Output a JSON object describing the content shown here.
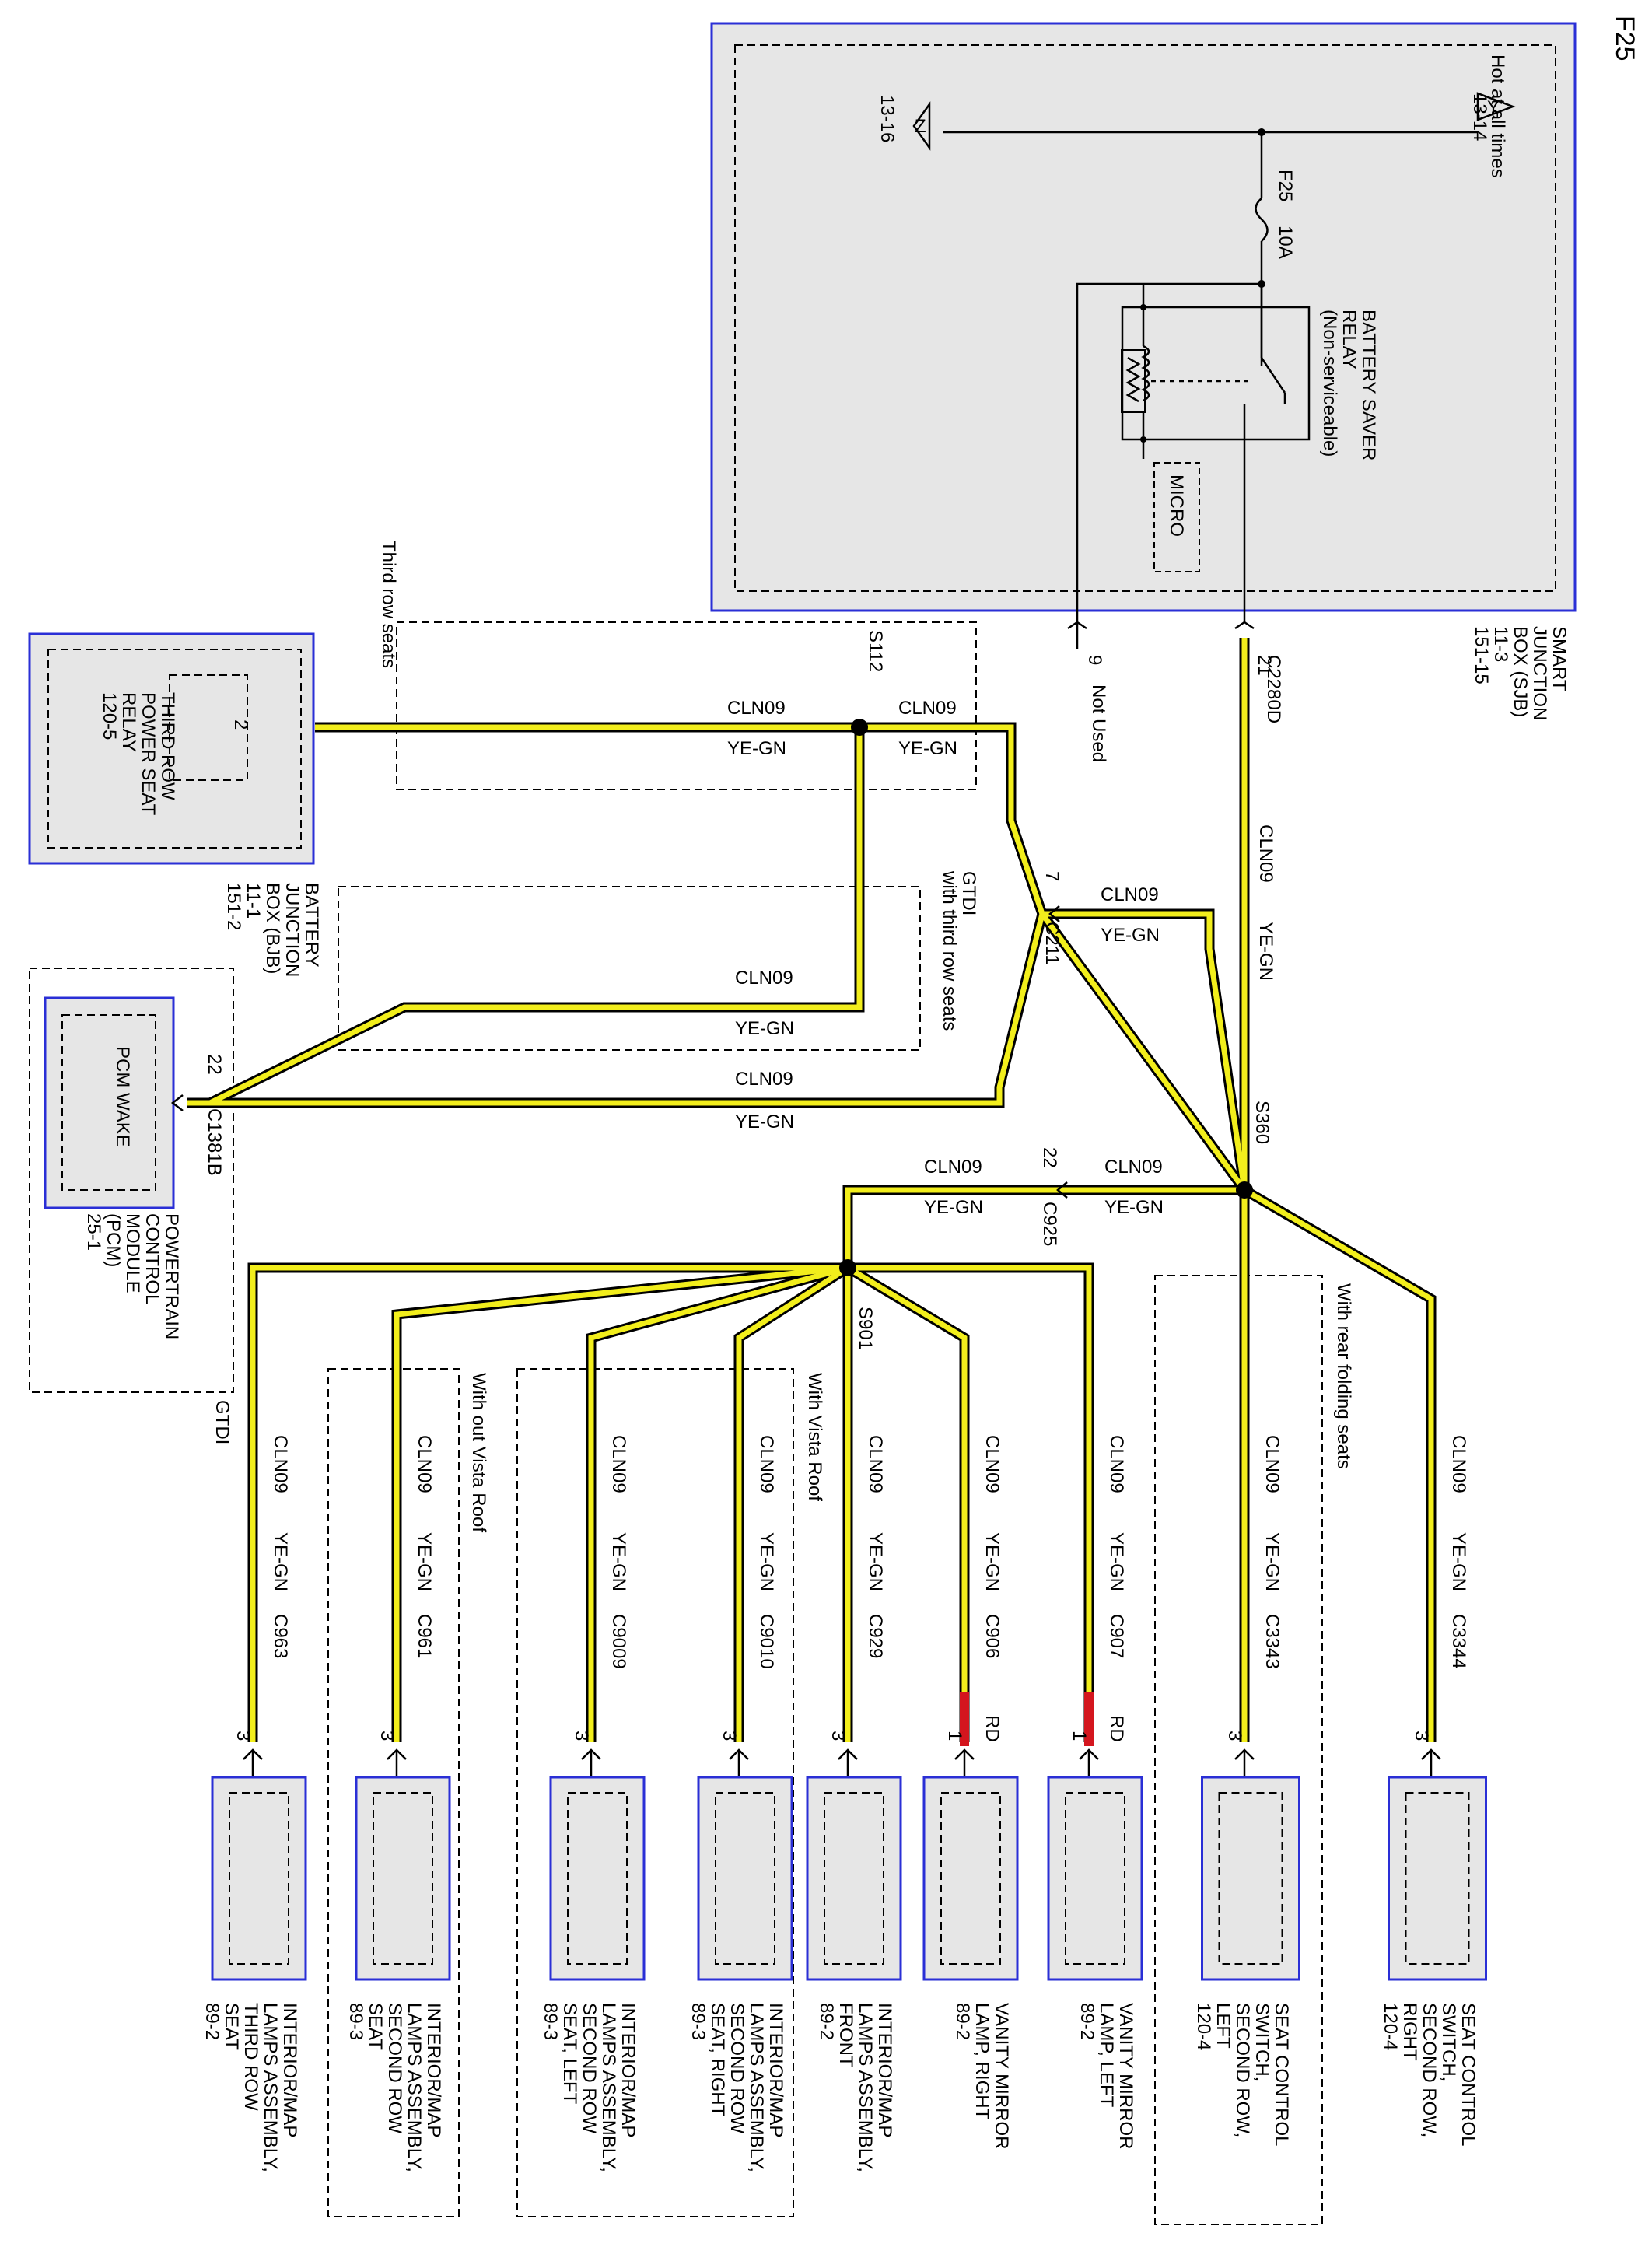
{
  "page_id": "F25",
  "smart_junction_box": {
    "name_lines": [
      "SMART",
      "JUNCTION",
      "BOX (SJB)",
      "11-3",
      "151-15"
    ],
    "hot_label": [
      "Hot at all times",
      "13-14"
    ],
    "y_label": "Y",
    "z_label": "Z",
    "z_ref": "13-16",
    "fuse_id": "F25",
    "fuse_rating": "10A",
    "relay_lines": [
      "BATTERY SAVER",
      "RELAY",
      "(Non-serviceable)"
    ],
    "micro_label": "MICRO",
    "connector": "C2280D",
    "pin_21": "21",
    "pin_9": "9",
    "not_used": "Not Used"
  },
  "wire": {
    "circuit": "CLN09",
    "color": "YE-GN"
  },
  "splices": {
    "s112": "S112",
    "s360": "S360",
    "s901": "S901"
  },
  "inline_connectors": {
    "c211": "C211",
    "c211_pin": "7",
    "c925": "C925",
    "c925_pin": "22"
  },
  "options": {
    "third_row_seats": "Third row seats",
    "gtdi_third_row": [
      "GTDI",
      "with third row seats"
    ],
    "rear_folding": "With rear folding seats",
    "with_vista": "With Vista Roof",
    "without_vista": "With out Vista Roof",
    "gtdi": "GTDI"
  },
  "third_row_relay": {
    "pin": "2",
    "lines": [
      "THIRD ROW",
      "POWER SEAT",
      "RELAY",
      "120-5"
    ],
    "bjb_lines": [
      "BATTERY",
      "JUNCTION",
      "BOX (BJB)",
      "11-1",
      "151-2"
    ]
  },
  "pcm": {
    "inner": "PCM WAKE",
    "connector": "C1381B",
    "pin": "22",
    "lines": [
      "POWERTRAIN",
      "CONTROL",
      "MODULE",
      "(PCM)",
      "25-1"
    ]
  },
  "components": [
    {
      "connector": "C3344",
      "pin": "3",
      "wire": "CLN09",
      "color": "YE-GN",
      "lines": [
        "SEAT CONTROL",
        "SWITCH,",
        "SECOND ROW,",
        "RIGHT",
        "120-4"
      ]
    },
    {
      "connector": "C3343",
      "pin": "3",
      "wire": "CLN09",
      "color": "YE-GN",
      "lines": [
        "SEAT CONTROL",
        "SWITCH,",
        "SECOND ROW,",
        "LEFT",
        "120-4"
      ]
    },
    {
      "connector": "C907",
      "pin": "1",
      "wire": "CLN09",
      "color": "YE-GN",
      "pig": "RD",
      "lines": [
        "VANITY MIRROR",
        "LAMP, LEFT",
        "89-2"
      ]
    },
    {
      "connector": "C906",
      "pin": "1",
      "wire": "CLN09",
      "color": "YE-GN",
      "pig": "RD",
      "lines": [
        "VANITY MIRROR",
        "LAMP, RIGHT",
        "89-2"
      ]
    },
    {
      "connector": "C929",
      "pin": "3",
      "wire": "CLN09",
      "color": "YE-GN",
      "lines": [
        "INTERIOR/MAP",
        "LAMPS ASSEMBLY,",
        "FRONT",
        "89-2"
      ]
    },
    {
      "connector": "C9010",
      "pin": "3",
      "wire": "CLN09",
      "color": "YE-GN",
      "lines": [
        "INTERIOR/MAP",
        "LAMPS ASSEMBLY,",
        "SECOND ROW",
        "SEAT, RIGHT",
        "89-3"
      ]
    },
    {
      "connector": "C9009",
      "pin": "3",
      "wire": "CLN09",
      "color": "YE-GN",
      "lines": [
        "INTERIOR/MAP",
        "LAMPS ASSEMBLY,",
        "SECOND ROW",
        "SEAT, LEFT",
        "89-3"
      ]
    },
    {
      "connector": "C961",
      "pin": "3",
      "wire": "CLN09",
      "color": "YE-GN",
      "lines": [
        "INTERIOR/MAP",
        "LAMPS ASSEMBLY,",
        "SECOND ROW",
        "SEAT",
        "89-3"
      ]
    },
    {
      "connector": "C963",
      "pin": "3",
      "wire": "CLN09",
      "color": "YE-GN",
      "lines": [
        "INTERIOR/MAP",
        "LAMPS ASSEMBLY,",
        "THIRD ROW",
        "SEAT",
        "89-2"
      ]
    }
  ],
  "colors": {
    "wire_fill": "#f2ee1c",
    "wire_edge": "#000000",
    "box_fill": "#e6e6e6",
    "box_border": "#2a2fd6",
    "pigtail": "#d4161e"
  }
}
